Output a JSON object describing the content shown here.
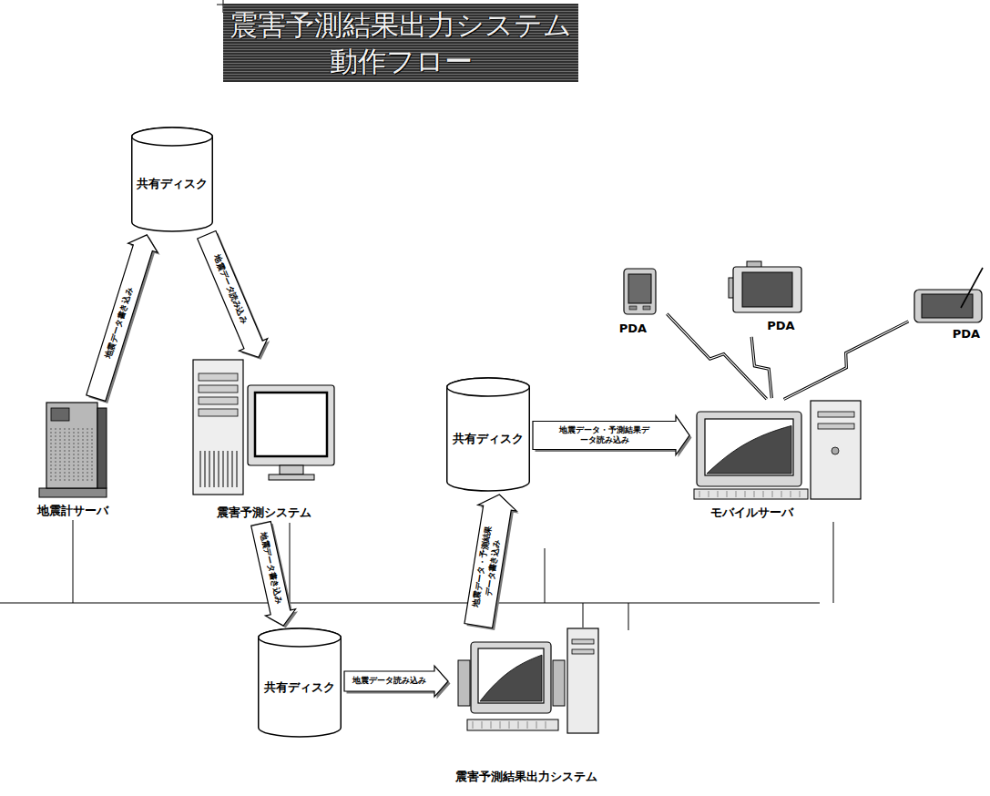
{
  "diagram": {
    "title": "震害予測結果出力システム 動作フロー",
    "nodes": [
      {
        "text": [
          "共有ディスク"
        ]
      },
      {
        "text": [
          "PDA"
        ]
      },
      {
        "text": [
          "PDA"
        ]
      },
      {
        "text": [
          "PDA"
        ]
      },
      {
        "text": [
          "地震計サーバ"
        ]
      },
      {
        "text": [
          "震害予測システム"
        ]
      },
      {
        "text": [
          "共有ディスク"
        ]
      },
      {
        "text": [
          "モバイルサーバ"
        ]
      },
      {
        "text": [
          "共有ディスク"
        ]
      },
      {
        "text": [
          "震害予測結果出力システム"
        ]
      }
    ],
    "edges": [
      {
        "from": 4,
        "to": 0,
        "label": "地震データ書き込み",
        "arrow": "to"
      },
      {
        "from": 0,
        "to": 5,
        "label": "地震データ読み込み",
        "arrow": "to"
      },
      {
        "from": 5,
        "to": 8,
        "label": "地震データ書き込み",
        "arrow": "to"
      },
      {
        "from": 8,
        "to": 9,
        "label": "地震データ読み込み",
        "arrow": "to"
      },
      {
        "from": 9,
        "to": 6,
        "label": "地震データ・予測結果データ書き込み",
        "arrow": "to"
      },
      {
        "from": 6,
        "to": 7,
        "label": "地震データ・予測結果データ読み込み",
        "arrow": "to"
      },
      {
        "from": 1,
        "to": 7,
        "arrow": "none"
      },
      {
        "from": 2,
        "to": 7,
        "arrow": "none"
      },
      {
        "from": 3,
        "to": 7,
        "arrow": "none"
      }
    ]
  }
}
